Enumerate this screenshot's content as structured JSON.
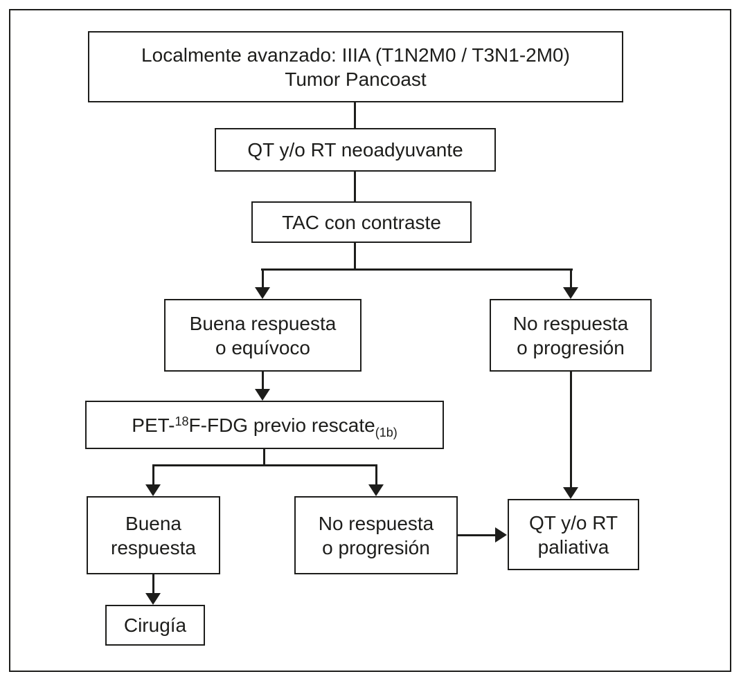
{
  "diagram": {
    "background_color": "#ffffff",
    "ink_color": "#1d1d1b",
    "nodes": {
      "stage": {
        "line1": "Localmente avanzado: IIIA (T1N2M0 / T3N1-2M0)",
        "line2": "Tumor Pancoast"
      },
      "neoadjuvant": {
        "label": "QT y/o RT neoadyuvante"
      },
      "ct_scan": {
        "label": "TAC con contraste"
      },
      "good_response_or_equivocal": {
        "line1": "Buena respuesta",
        "line2": "o equívoco"
      },
      "no_response_or_progression_upper": {
        "line1": "No respuesta",
        "line2": "o progresión"
      },
      "pet_scan": {
        "prefix": "PET-",
        "superscript": "18",
        "body": "F-FDG previo rescate",
        "subscript": "(1b)"
      },
      "good_response": {
        "line1": "Buena",
        "line2": "respuesta"
      },
      "no_response_or_progression_lower": {
        "line1": "No respuesta",
        "line2": "o progresión"
      },
      "palliative": {
        "line1": "QT y/o RT",
        "line2": "paliativa"
      },
      "surgery": {
        "label": "Cirugía"
      }
    },
    "edges": [
      {
        "from": "stage",
        "to": "neoadjuvant"
      },
      {
        "from": "neoadjuvant",
        "to": "ct_scan"
      },
      {
        "from": "ct_scan",
        "to": "good_response_or_equivocal"
      },
      {
        "from": "ct_scan",
        "to": "no_response_or_progression_upper"
      },
      {
        "from": "good_response_or_equivocal",
        "to": "pet_scan"
      },
      {
        "from": "pet_scan",
        "to": "good_response"
      },
      {
        "from": "pet_scan",
        "to": "no_response_or_progression_lower"
      },
      {
        "from": "no_response_or_progression_upper",
        "to": "palliative"
      },
      {
        "from": "no_response_or_progression_lower",
        "to": "palliative"
      },
      {
        "from": "good_response",
        "to": "surgery"
      }
    ]
  }
}
